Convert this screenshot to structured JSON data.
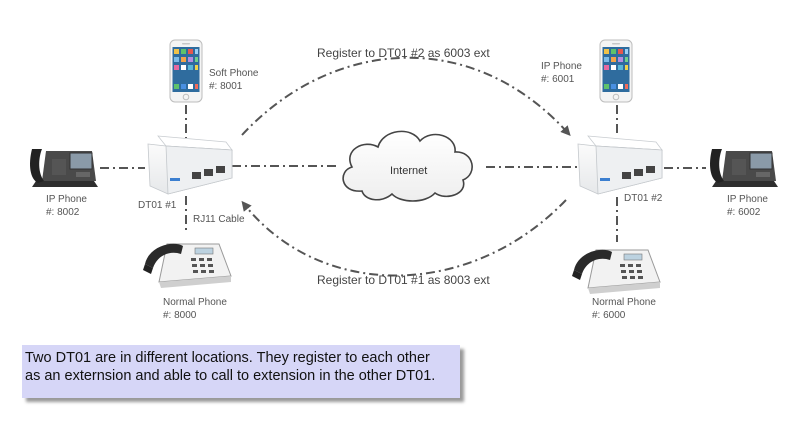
{
  "labels": {
    "arc_top": "Register to DT01 #2 as 6003 ext",
    "arc_bottom": "Register to DT01 #1 as 8003 ext",
    "internet": "Internet",
    "soft_phone_line1": "Soft Phone",
    "soft_phone_line2": "#: 8001",
    "ip_phone_left_line1": "IP Phone",
    "ip_phone_left_line2": "#: 8002",
    "dt01_1": "DT01 #1",
    "rj11": "RJ11 Cable",
    "normal_phone_left_line1": "Normal Phone",
    "normal_phone_left_line2": "#: 8000",
    "ip_phone_top_right_line1": "IP Phone",
    "ip_phone_top_right_line2": "#: 6001",
    "dt01_2": "DT01 #2",
    "ip_phone_right_line1": "IP Phone",
    "ip_phone_right_line2": "#: 6002",
    "normal_phone_right_line1": "Normal Phone",
    "normal_phone_right_line2": "#: 6000"
  },
  "caption": {
    "line1": "Two DT01 are in different locations. They register to each other",
    "line2": "as an externsion and able to call to extension in the other DT01."
  },
  "colors": {
    "caption_bg": "#d6d6f7",
    "link": "#555555"
  }
}
